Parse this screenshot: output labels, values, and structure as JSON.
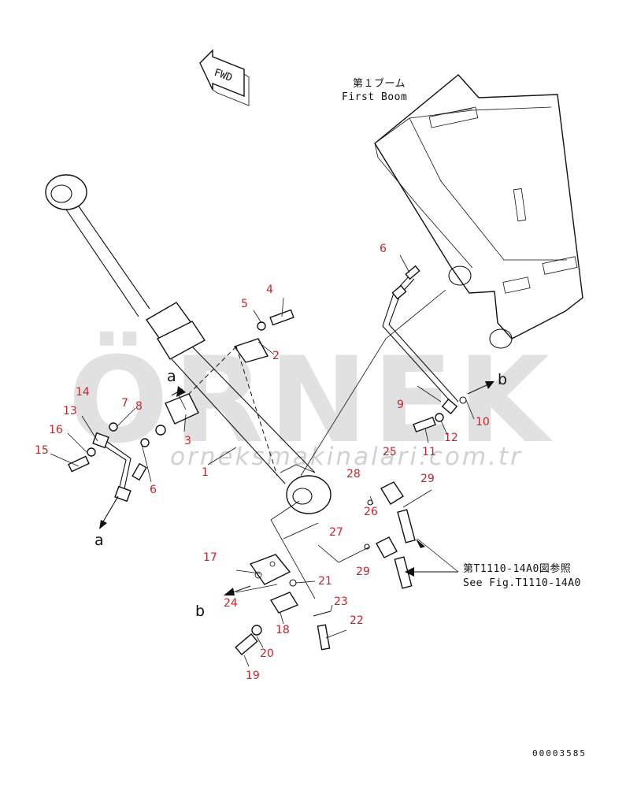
{
  "fwd_label": "FWD",
  "boom": {
    "label_jp": "第１ブーム",
    "label_en": "First Boom"
  },
  "reference": {
    "label_jp": "第T1110-14A0図参照",
    "label_en": "See Fig.T1110-14A0"
  },
  "figure_code": "00003585",
  "watermark": {
    "brand": "ÖRNEK",
    "url": "orneksmakinalari.com.tr"
  },
  "callouts": [
    "a",
    "a",
    "b",
    "b"
  ],
  "parts": [
    "1",
    "2",
    "3",
    "4",
    "5",
    "6",
    "6",
    "7",
    "8",
    "9",
    "10",
    "11",
    "12",
    "13",
    "14",
    "15",
    "16",
    "17",
    "18",
    "19",
    "20",
    "21",
    "22",
    "23",
    "24",
    "25",
    "26",
    "27",
    "28",
    "29",
    "29"
  ],
  "colors": {
    "part_number": "#c0262b",
    "line": "#111111",
    "watermark": "#c8c8c8"
  }
}
